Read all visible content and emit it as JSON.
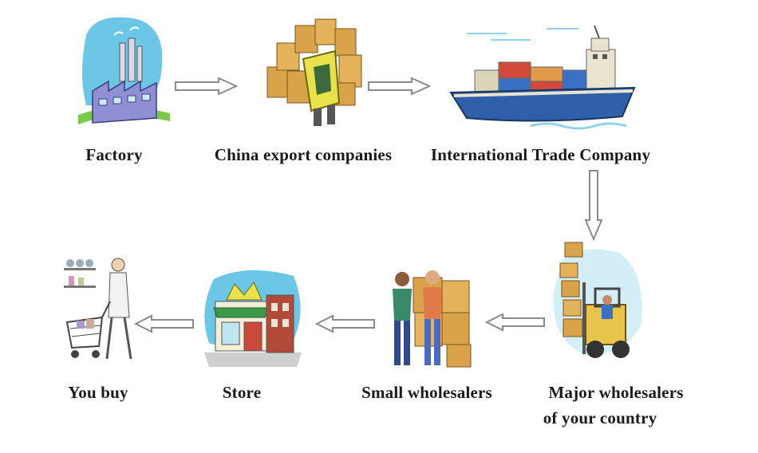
{
  "flow": {
    "step1": {
      "label": "Factory",
      "icon": "factory-icon"
    },
    "step2": {
      "label": "China export companies",
      "icon": "boxes-worker-icon"
    },
    "step3": {
      "label": "International Trade Company",
      "icon": "cargo-ship-icon"
    },
    "step4": {
      "label_line1": "Major wholesalers",
      "label_line2": "of your country",
      "icon": "forklift-icon"
    },
    "step5": {
      "label": "Small wholesalers",
      "icon": "workers-boxes-icon"
    },
    "step6": {
      "label": "Store",
      "icon": "store-icon"
    },
    "step7": {
      "label": "You buy",
      "icon": "shopper-cart-icon"
    }
  },
  "colors": {
    "arrow_fill": "#ffffff",
    "arrow_stroke": "#8a8a8a",
    "sky": "#6cc6e6",
    "factory": "#8f8fd6",
    "box": "#d9a34a",
    "ship_hull": "#2f5fa8",
    "water": "#8fd3ea"
  }
}
